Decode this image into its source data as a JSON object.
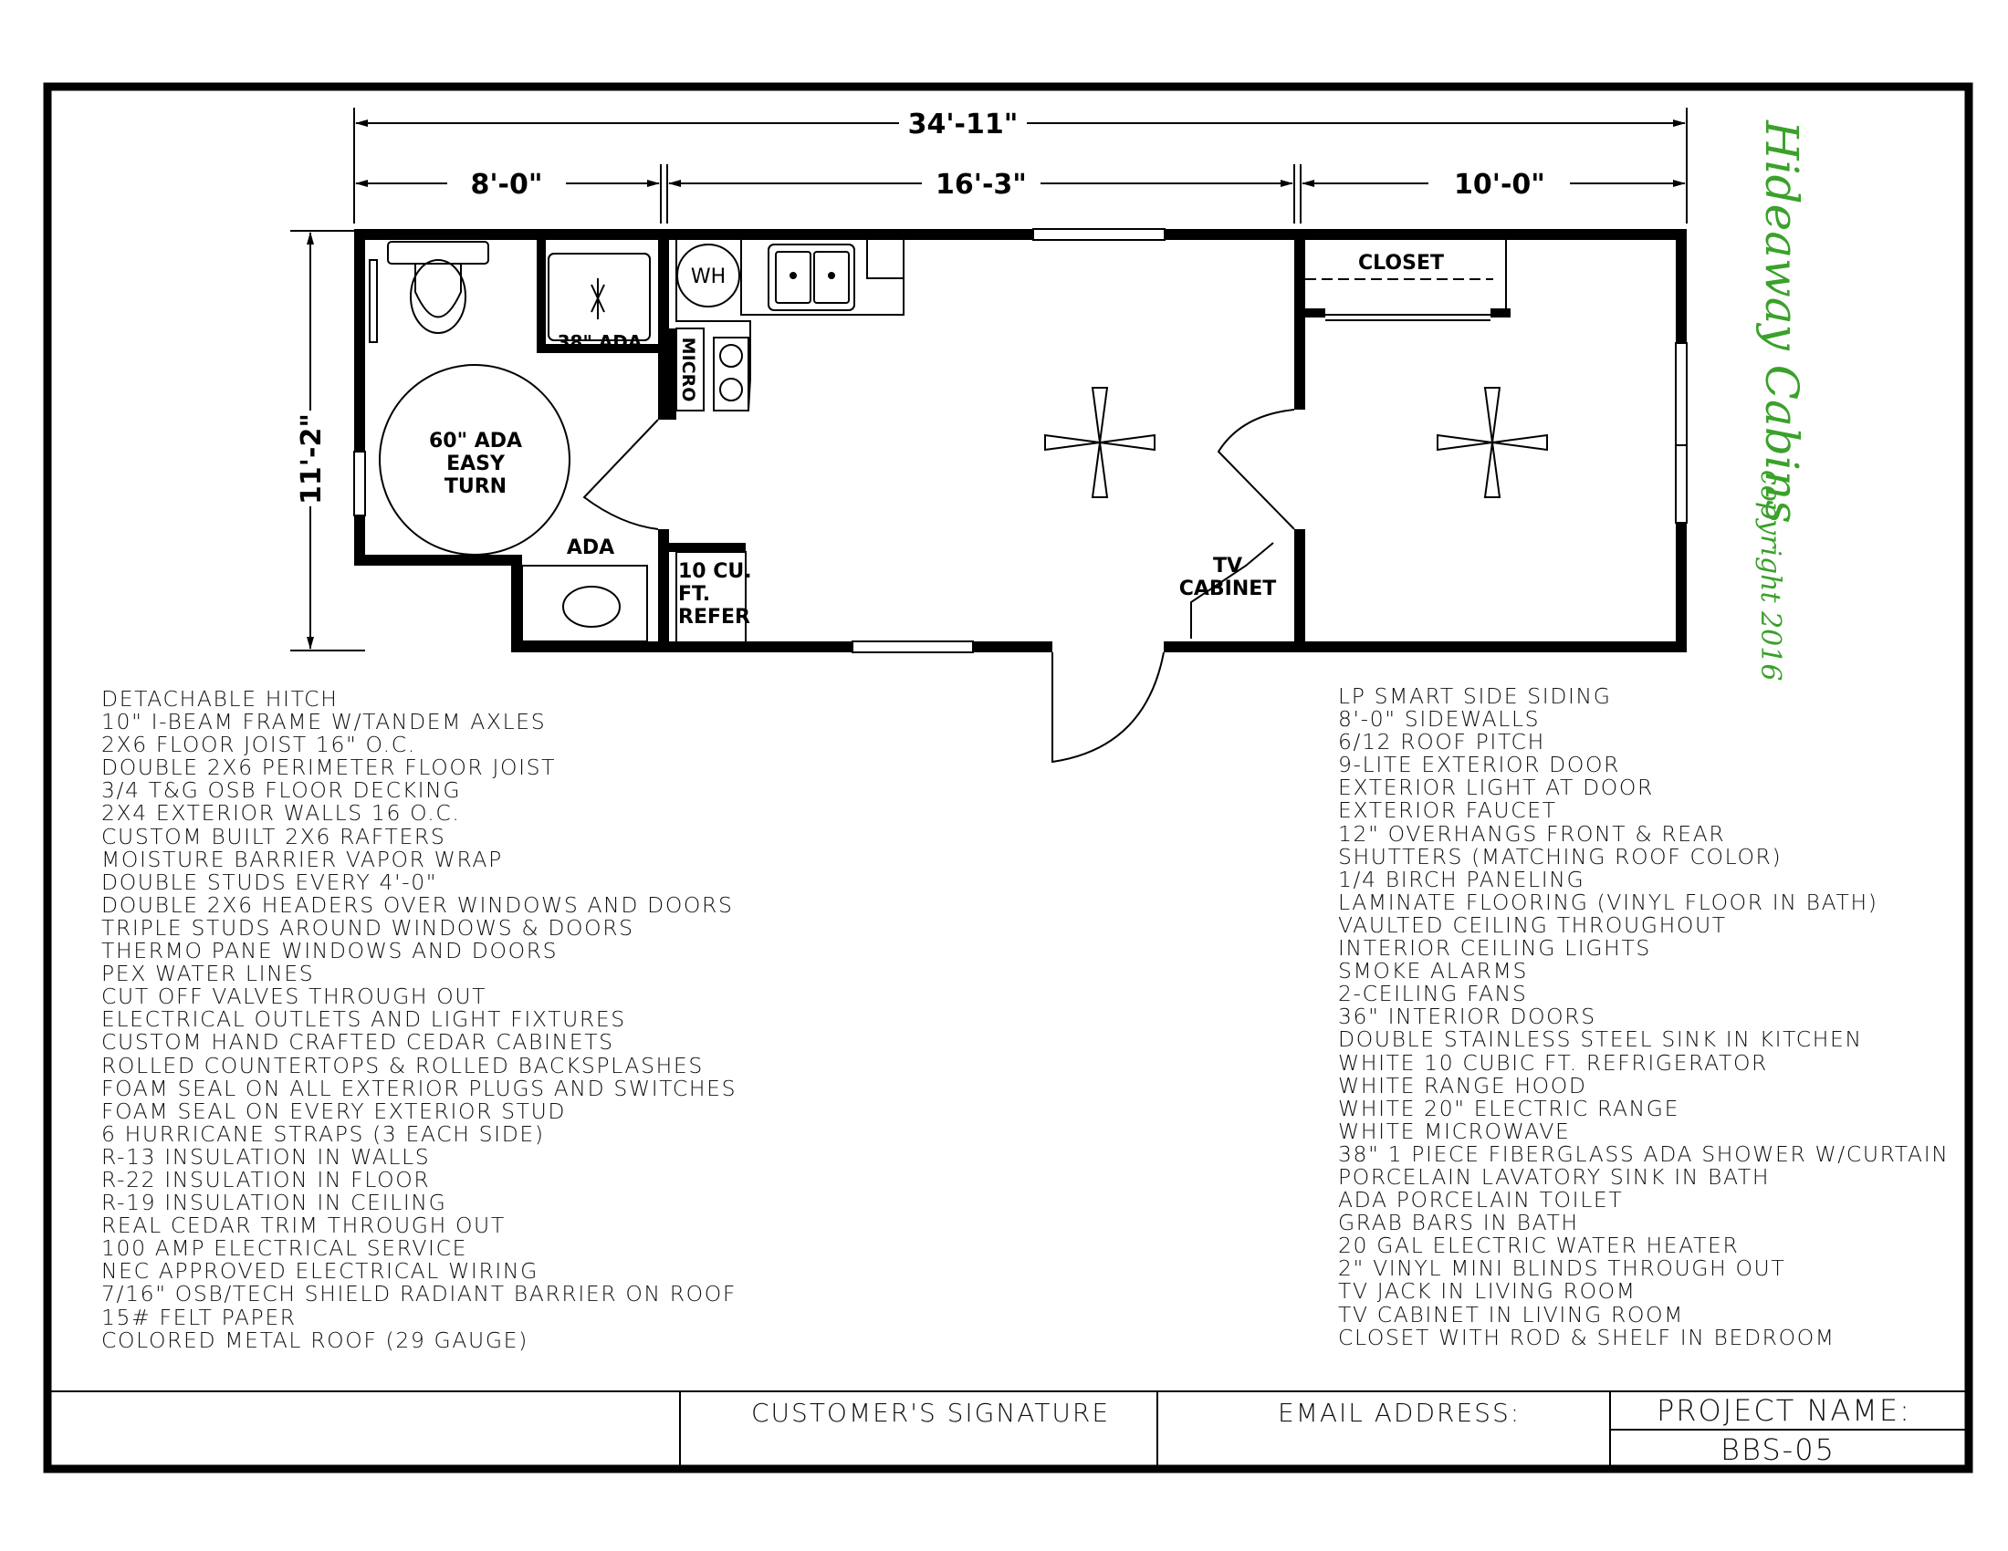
{
  "brand": {
    "name": "Hideaway Cabins",
    "copyright": "copyright 2016",
    "color": "#3aa12a"
  },
  "dimensions": {
    "overall_length": "34'-11\"",
    "section_1": "8'-0\"",
    "section_2": "16'-3\"",
    "section_3": "10'-0\"",
    "overall_width": "11'-2\""
  },
  "rooms": {
    "closet": "CLOSET",
    "water_heater": "WH",
    "shower": "38\" ADA",
    "microwave": "MICRO",
    "turn_circle": [
      "60\" ADA",
      "EASY",
      "TURN"
    ],
    "lavatory": "ADA",
    "refrigerator": [
      "10 CU.",
      "FT.",
      "REFER"
    ],
    "tv_cabinet": [
      "TV",
      "CABINET"
    ]
  },
  "specs_left": [
    "DETACHABLE HITCH",
    "10\" I-BEAM FRAME W/TANDEM AXLES",
    "2X6 FLOOR JOIST 16\" O.C.",
    "DOUBLE 2X6 PERIMETER FLOOR JOIST",
    "3/4 T&G OSB FLOOR DECKING",
    "2X4 EXTERIOR WALLS 16 O.C.",
    "CUSTOM BUILT 2X6 RAFTERS",
    "MOISTURE BARRIER VAPOR WRAP",
    "DOUBLE STUDS EVERY 4'-0\"",
    "DOUBLE 2X6 HEADERS OVER WINDOWS AND DOORS",
    "TRIPLE STUDS AROUND WINDOWS & DOORS",
    "THERMO PANE WINDOWS AND DOORS",
    "PEX WATER LINES",
    "CUT OFF VALVES THROUGH OUT",
    "ELECTRICAL OUTLETS AND LIGHT FIXTURES",
    "CUSTOM HAND CRAFTED CEDAR CABINETS",
    "ROLLED COUNTERTOPS & ROLLED BACKSPLASHES",
    "FOAM SEAL ON ALL EXTERIOR PLUGS AND SWITCHES",
    "FOAM SEAL ON EVERY EXTERIOR STUD",
    "6 HURRICANE STRAPS (3 EACH SIDE)",
    "R-13 INSULATION IN WALLS",
    "R-22 INSULATION IN FLOOR",
    "R-19 INSULATION IN CEILING",
    "REAL CEDAR TRIM THROUGH OUT",
    "100 AMP ELECTRICAL SERVICE",
    "NEC APPROVED ELECTRICAL WIRING",
    "7/16\" OSB/TECH SHIELD RADIANT BARRIER ON ROOF",
    "15# FELT PAPER",
    "COLORED METAL ROOF (29 GAUGE)"
  ],
  "specs_right": [
    "LP SMART SIDE SIDING",
    "8'-0\" SIDEWALLS",
    "6/12 ROOF PITCH",
    "9-LITE EXTERIOR DOOR",
    "EXTERIOR LIGHT AT DOOR",
    "EXTERIOR FAUCET",
    "12\" OVERHANGS FRONT & REAR",
    "SHUTTERS (MATCHING ROOF COLOR)",
    "1/4 BIRCH PANELING",
    "LAMINATE FLOORING (VINYL FLOOR IN BATH)",
    "VAULTED CEILING THROUGHOUT",
    "INTERIOR CEILING LIGHTS",
    "SMOKE ALARMS",
    "2-CEILING FANS",
    "36\" INTERIOR DOORS",
    "DOUBLE STAINLESS STEEL SINK IN KITCHEN",
    "WHITE 10 CUBIC FT. REFRIGERATOR",
    "WHITE RANGE HOOD",
    "WHITE 20\" ELECTRIC RANGE",
    "WHITE MICROWAVE",
    "38\" 1 PIECE FIBERGLASS ADA SHOWER W/CURTAIN",
    "PORCELAIN LAVATORY SINK IN BATH",
    "ADA PORCELAIN TOILET",
    "GRAB BARS IN BATH",
    "20 GAL ELECTRIC WATER HEATER",
    "2\" VINYL MINI BLINDS THROUGH OUT",
    "TV JACK IN LIVING ROOM",
    "TV CABINET IN LIVING ROOM",
    "CLOSET WITH ROD & SHELF IN BEDROOM"
  ],
  "title_block": {
    "signature_label": "CUSTOMER'S SIGNATURE",
    "email_label": "EMAIL ADDRESS:",
    "project_label": "PROJECT NAME:",
    "project_value": "BBS-05"
  }
}
